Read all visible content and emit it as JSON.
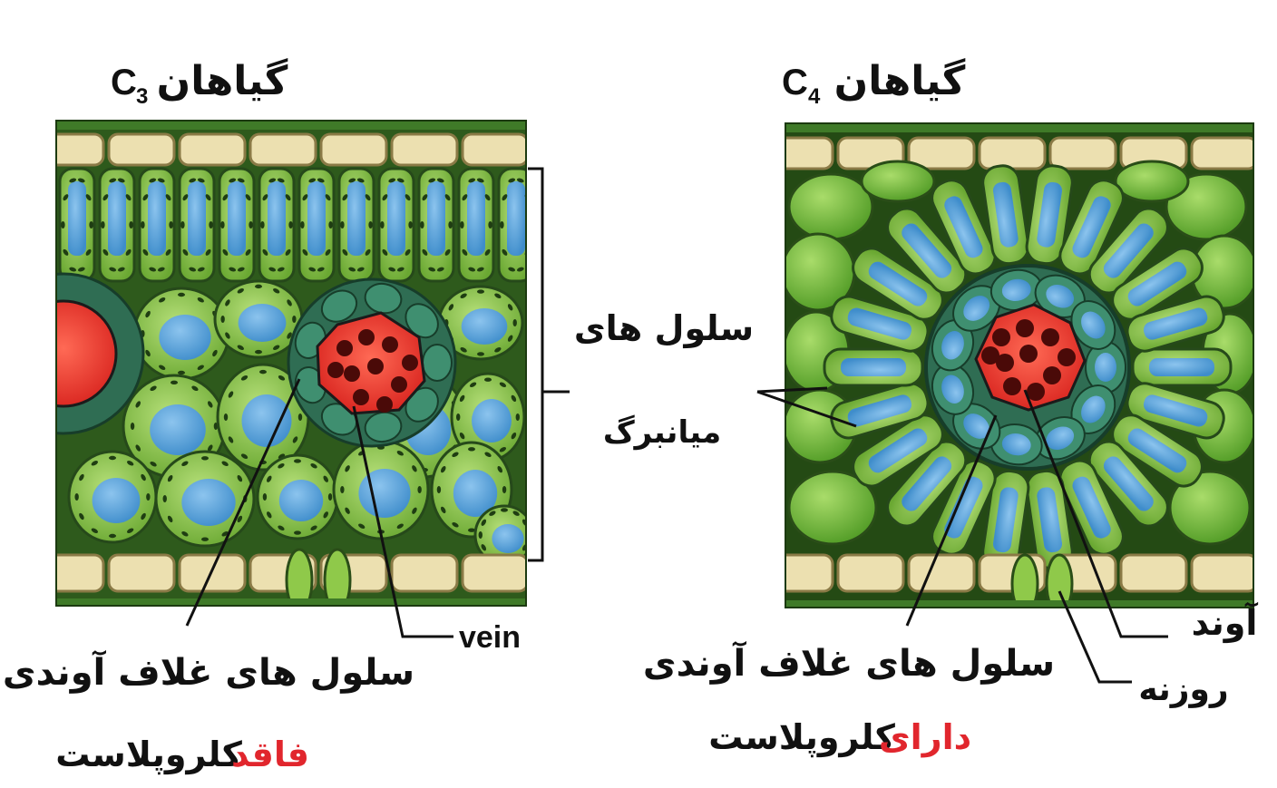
{
  "c3_panel": {
    "title_word": "گیاهان",
    "title_code": "C",
    "title_sub": "3",
    "vein_label": "vein",
    "sheath_label": "سلول های غلاف آوندی",
    "chloroplast_word": "کلروپلاست",
    "chloroplast_qualifier": "فاقد"
  },
  "c4_panel": {
    "title_word": "گیاهان",
    "title_code": "C",
    "title_sub": "4",
    "vessel_label": "آوند",
    "stoma_label": "روزنه",
    "sheath_label": "سلول های غلاف آوندی",
    "chloroplast_word": "کلروپلاست",
    "chloroplast_qualifier": "دارای"
  },
  "center": {
    "mesophyll_line1": "سلول های",
    "mesophyll_line2": "میانبرگ"
  },
  "colors": {
    "epidermis": "#e9dcaa",
    "mesophyll": "#8fc94a",
    "sheath": "#2f6d53",
    "chloroplast": "#1f3d12",
    "vacuole": "#5aa6dc",
    "vessel": "#e23a32",
    "highlight": "#e1262d"
  }
}
